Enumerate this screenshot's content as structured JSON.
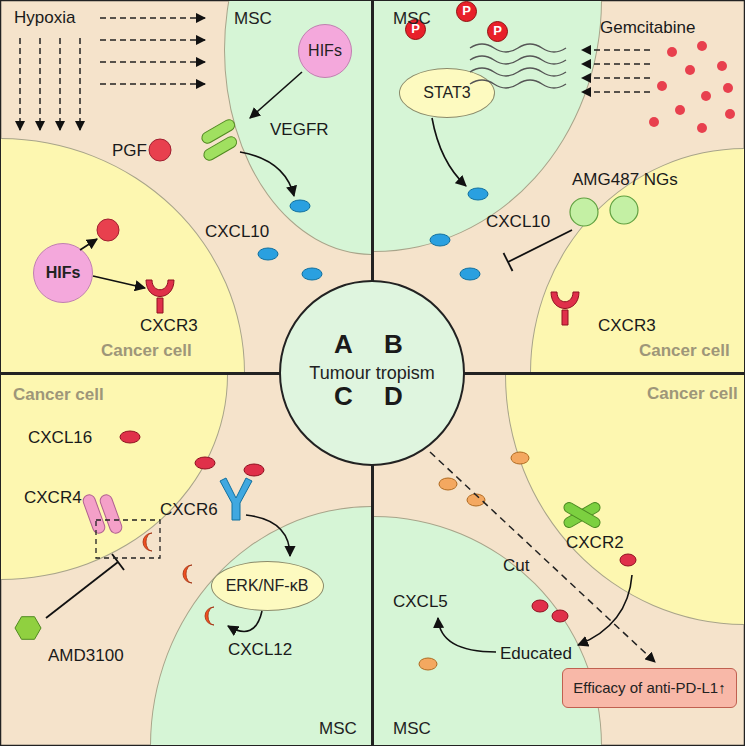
{
  "diagram": {
    "nodes": [
      {
        "text": [
          "MSC"
        ]
      },
      {
        "text": [
          "HIFs"
        ],
        "in": 0
      },
      {
        "text": [
          "Cancer cell"
        ]
      },
      {
        "text": [
          "HIFs"
        ],
        "in": 2
      },
      {
        "text": [
          "MSC"
        ]
      },
      {
        "text": [
          "P"
        ],
        "in": 4
      },
      {
        "text": [
          "P"
        ],
        "in": 4
      },
      {
        "text": [
          "P"
        ],
        "in": 4
      },
      {
        "text": [
          "STAT3"
        ],
        "in": 4
      },
      {
        "text": [
          "Cancer cell"
        ]
      },
      {
        "text": [
          "Cancer cell"
        ]
      },
      {
        "text": [
          "MSC"
        ]
      },
      {
        "text": [
          "ERK/NF-κB"
        ],
        "in": 11
      },
      {
        "text": [
          "Cancer cell"
        ]
      },
      {
        "text": [
          "MSC"
        ]
      },
      {
        "text": [
          "Efficacy of anti-PD-L1↑"
        ]
      },
      {
        "text": [
          "Tumour tropism"
        ]
      }
    ],
    "labels": [
      "Hypoxia",
      "PGF",
      "VEGFR",
      "CXCL10",
      "CXCR3",
      "A",
      "Gemcitabine",
      "AMG487 NGs",
      "CXCL10",
      "CXCR3",
      "B",
      "CXCL16",
      "CXCR4",
      "CXCR6",
      "AMD3100",
      "CXCL12",
      "C",
      "CXCR2",
      "Cut",
      "CXCL5",
      "Educated",
      "D"
    ]
  }
}
